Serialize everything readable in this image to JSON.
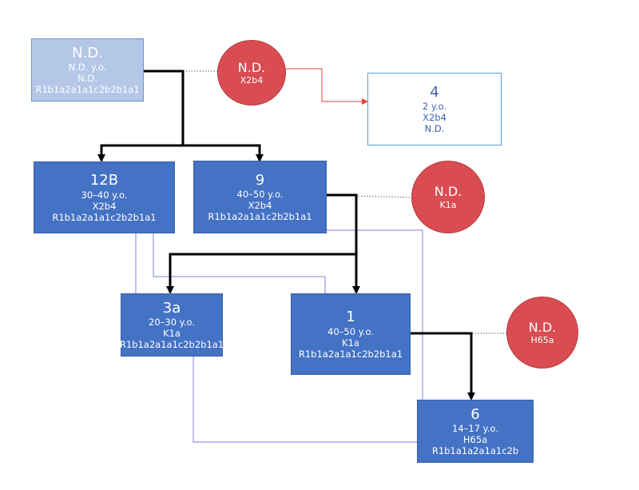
{
  "nodes": {
    "nd_top": {
      "title": "N.D.",
      "age": "N.D. y.o.",
      "mt": "N.D.",
      "y": "R1b1a2a1a1c2b2b1a1"
    },
    "n4": {
      "title": "4",
      "age": "2 y.o.",
      "mt": "X2b4",
      "y": "N.D."
    },
    "n12b": {
      "title": "12B",
      "age": "30–40 y.o.",
      "mt": "X2b4",
      "y": "R1b1a2a1a1c2b2b1a1"
    },
    "n9": {
      "title": "9",
      "age": "40–50 y.o.",
      "mt": "X2b4",
      "y": "R1b1a2a1a1c2b2b1a1"
    },
    "n3a": {
      "title": "3a",
      "age": "20–30 y.o.",
      "mt": "K1a",
      "y": "R1b1a2a1a1c2b2b1a1"
    },
    "n1": {
      "title": "1",
      "age": "40–50 y.o.",
      "mt": "K1a",
      "y": "R1b1a2a1a1c2b2b1a1"
    },
    "n6": {
      "title": "6",
      "age": "14–17 y.o.",
      "mt": "H65a",
      "y": "R1b1a1a2a1a1c2b"
    }
  },
  "circles": {
    "c1": {
      "title": "N.D.",
      "mt": "X2b4"
    },
    "c2": {
      "title": "N.D.",
      "mt": "K1a"
    },
    "c3": {
      "title": "N.D.",
      "mt": "H65a"
    }
  },
  "colors": {
    "box": "#4472c4",
    "faded_box": "#b4c7e7",
    "circle": "#d94c51",
    "arrow_red": "#e8413c",
    "link": "#7b83d6"
  }
}
